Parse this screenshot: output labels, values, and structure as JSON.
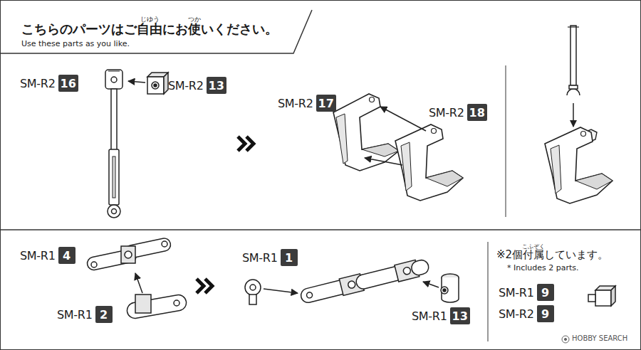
{
  "diagram": {
    "title": "こちらのパーツはご自由にお使いください。",
    "nodes": [
      {
        "text": [
          "SM-R2",
          "16"
        ]
      },
      {
        "text": [
          "SM-R2",
          "13"
        ]
      },
      {
        "text": [
          "SM-R2",
          "17"
        ]
      },
      {
        "text": [
          "SM-R2",
          "18"
        ]
      },
      {
        "text": [
          "SM-R1",
          "4"
        ]
      },
      {
        "text": [
          "SM-R1",
          "2"
        ]
      },
      {
        "text": [
          "SM-R1",
          "1"
        ]
      },
      {
        "text": [
          "SM-R1",
          "13"
        ]
      },
      {
        "text": [
          "SM-R1",
          "9"
        ]
      },
      {
        "text": [
          "SM-R2",
          "9"
        ]
      }
    ],
    "labels": [
      "じゆう",
      "つか",
      "Use these parts as you like.",
      "こふぞく",
      "※2個付属しています。",
      "* Includes 2 parts.",
      "HOBBY SEARCH"
    ]
  }
}
